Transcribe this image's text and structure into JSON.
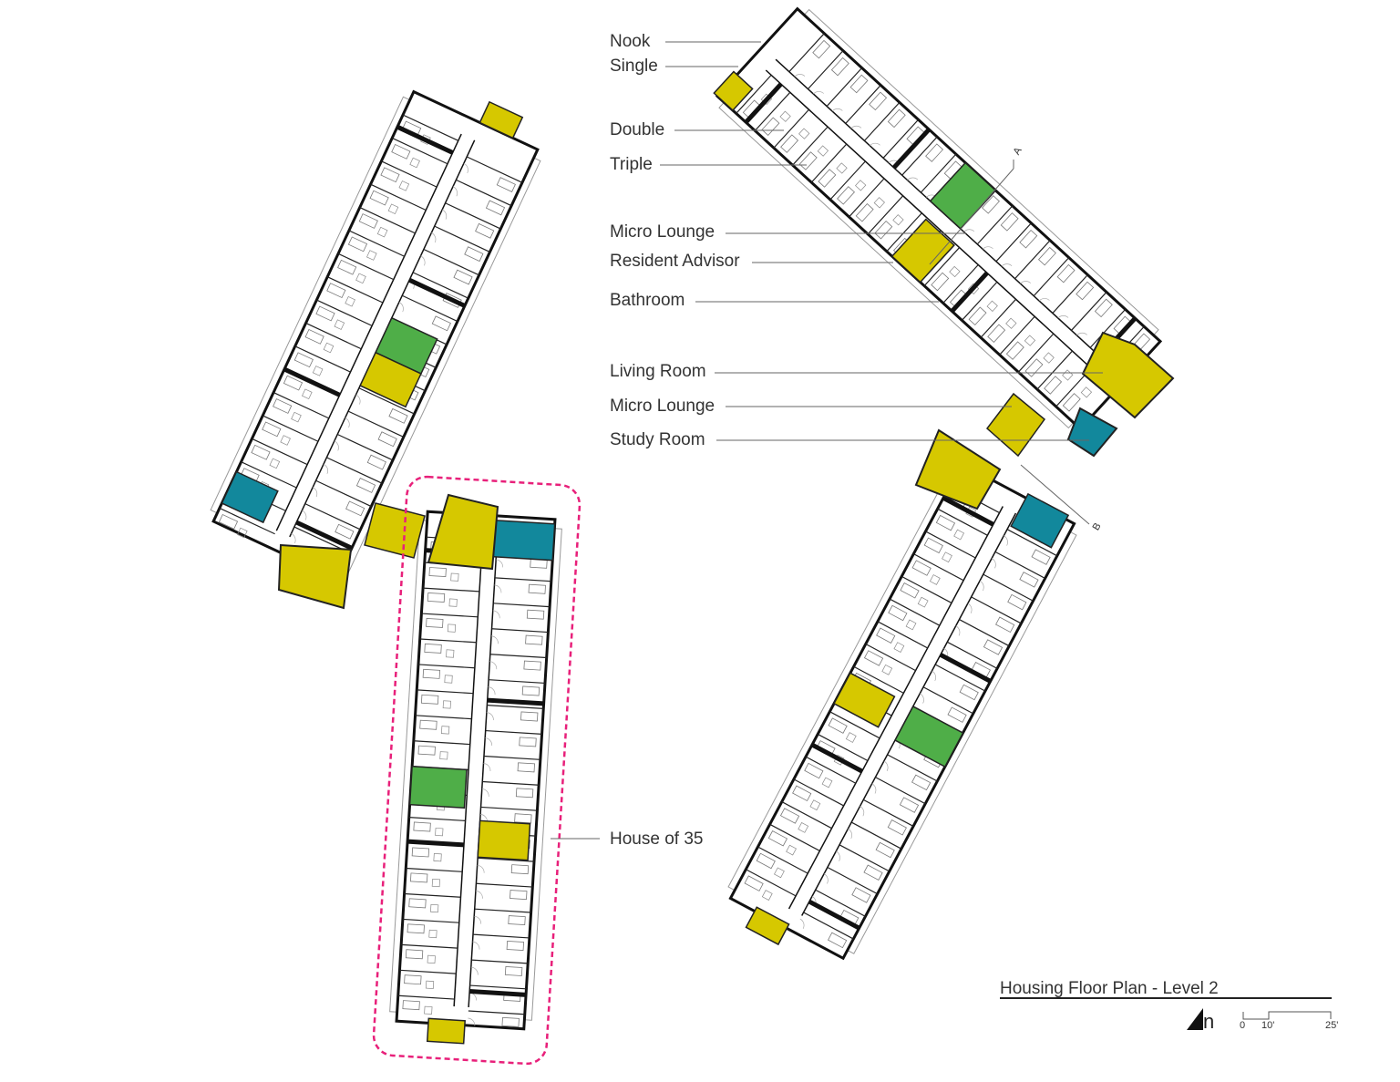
{
  "colors": {
    "lounge": "#d6c800",
    "advisor": "#4fae48",
    "study": "#12889c",
    "house_outline": "#e8207a",
    "wall": "#111111"
  },
  "labels": [
    {
      "text": "Nook"
    },
    {
      "text": "Single"
    },
    {
      "text": "Double"
    },
    {
      "text": "Triple"
    },
    {
      "text": "Micro Lounge"
    },
    {
      "text": "Resident Advisor"
    },
    {
      "text": "Bathroom"
    },
    {
      "text": "Living Room"
    },
    {
      "text": "Micro Lounge"
    },
    {
      "text": "Study Room"
    },
    {
      "text": "House of 35"
    }
  ],
  "section_markers": [
    "A",
    "B"
  ],
  "title_block": {
    "title": "Housing Floor Plan - Level 2",
    "north": "n",
    "scale_ticks": [
      "0",
      "10'",
      "25'"
    ]
  }
}
